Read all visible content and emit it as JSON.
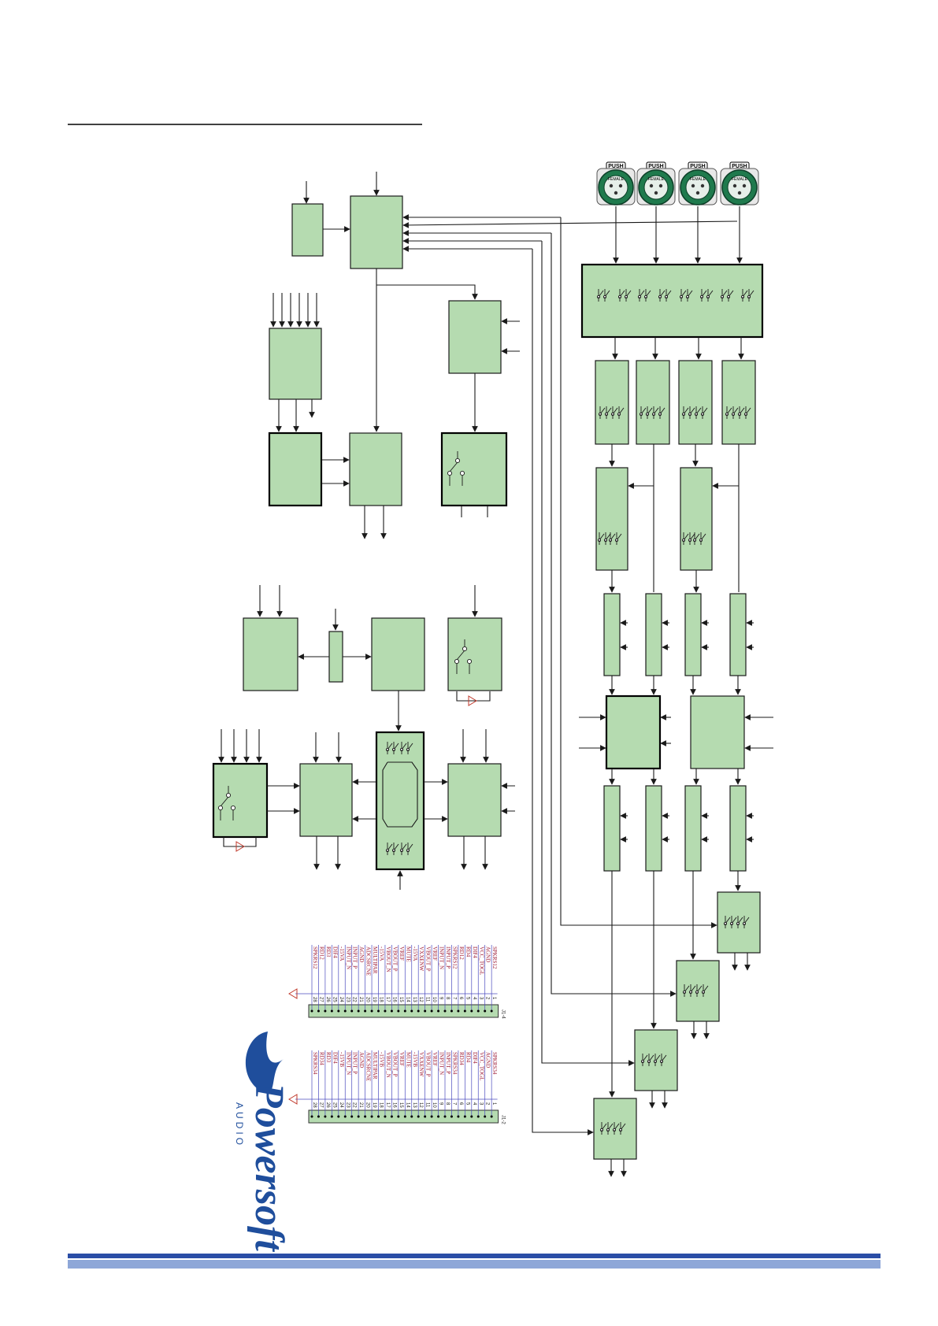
{
  "header": {
    "rule_color": "#000000"
  },
  "connectors": {
    "push_label": "PUSH",
    "xlr_label": "FEMALE"
  },
  "logo": {
    "brand": "Powersoft",
    "sub": "AUDIO",
    "color": "#1f4e9c"
  },
  "pin_header_1": {
    "ref": "J1-4",
    "pins": [
      "SPKRS12",
      "RD12",
      "RD3",
      "DIF4",
      "-15VA",
      "INPUT_N",
      "INPUT_P",
      "AGND",
      "ADCSRCNE",
      "MULTIPAR",
      "-15VA",
      "VBOUT_N",
      "VBOUT_P",
      "VREF",
      "MUTE",
      "-15VA",
      "VXXENW",
      "VBOUT_P",
      "VREF",
      "INPUT_N",
      "INPUT_P",
      "SPKRS12",
      "RD12",
      "RD4",
      "DIF4",
      "VCC_TOGL",
      "AGND",
      "SPKRS12"
    ]
  },
  "pin_header_2": {
    "ref": "J1-2",
    "pins": [
      "SPKRS34",
      "RD34",
      "RD3",
      "DIF4",
      "-15VB",
      "INPUT_N",
      "INPUT_P",
      "AGND",
      "ADCSRCNE",
      "MULTIPAR",
      "-15VB",
      "VBOUT_N",
      "VBOUT_P",
      "VREF",
      "MUTE",
      "-15VB",
      "VXXENW",
      "VBOUT_P",
      "VREF",
      "INPUT_N",
      "INPUT_P",
      "SPKRS34",
      "RD34",
      "RD4",
      "DIF4",
      "VCC_TOGL",
      "AGND",
      "SPKRS34"
    ]
  },
  "footer": {
    "bar_dark": "#2a4da6",
    "bar_light": "#8ea7d8"
  }
}
